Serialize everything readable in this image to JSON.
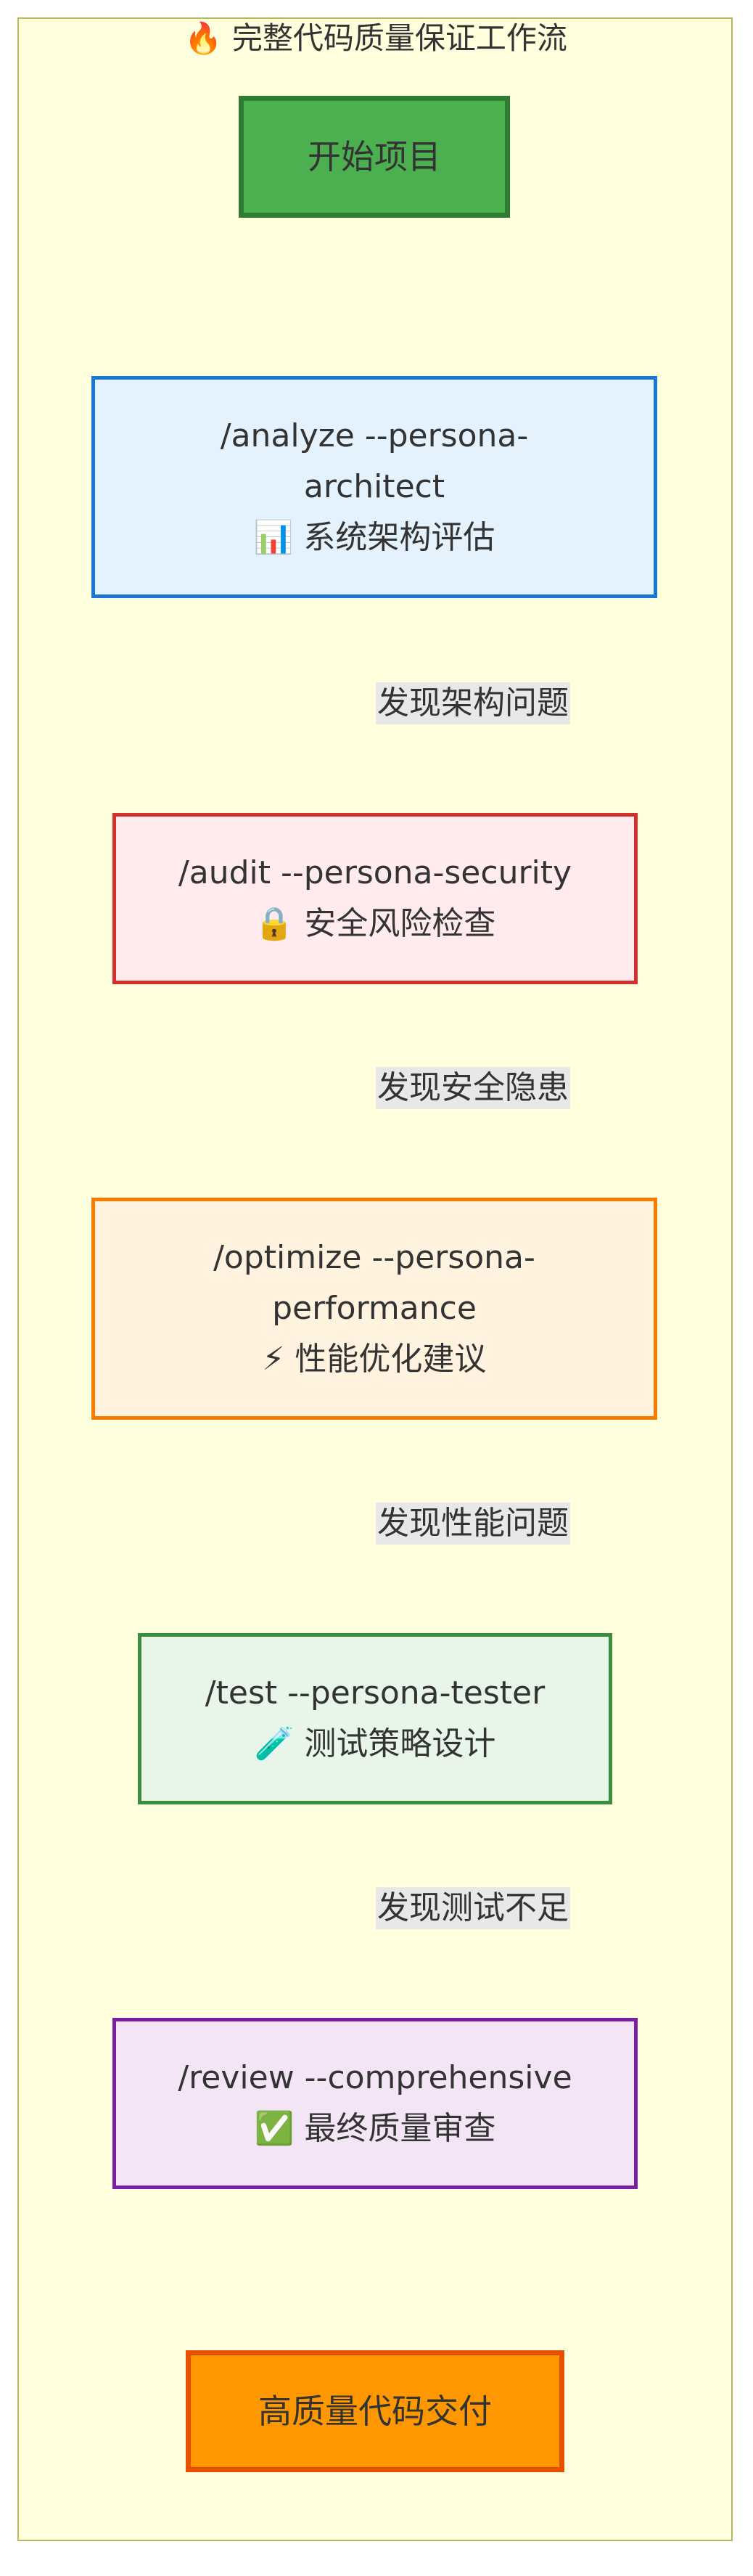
{
  "title": "🔥 完整代码质量保证工作流",
  "nodes": {
    "start": {
      "label": "开始项目",
      "fill": "#4caf50",
      "stroke": "#2e7d32"
    },
    "analyze": {
      "command": "/analyze --persona-architect",
      "note": "📊 系统架构评估",
      "fill": "#e3f2fd",
      "stroke": "#1976d2"
    },
    "audit": {
      "command": "/audit --persona-security",
      "note": "🔒 安全风险检查",
      "fill": "#ffebee",
      "stroke": "#d32f2f"
    },
    "optimize": {
      "command": "/optimize --persona-performance",
      "note": "⚡ 性能优化建议",
      "fill": "#fff3e0",
      "stroke": "#f57c00"
    },
    "test": {
      "command": "/test --persona-tester",
      "note": "🧪 测试策略设计",
      "fill": "#e8f5e9",
      "stroke": "#388e3c"
    },
    "review": {
      "command": "/review --comprehensive",
      "note": "✅ 最终质量审查",
      "fill": "#f3e5f5",
      "stroke": "#7b1fa2"
    },
    "deliver": {
      "label": "高质量代码交付",
      "fill": "#ff9800",
      "stroke": "#e65100"
    }
  },
  "feedback_labels": {
    "audit_to_analyze": "发现架构问题",
    "optimize_to_audit": "发现安全隐患",
    "test_to_optimize": "发现性能问题",
    "review_to_test": "发现测试不足"
  }
}
